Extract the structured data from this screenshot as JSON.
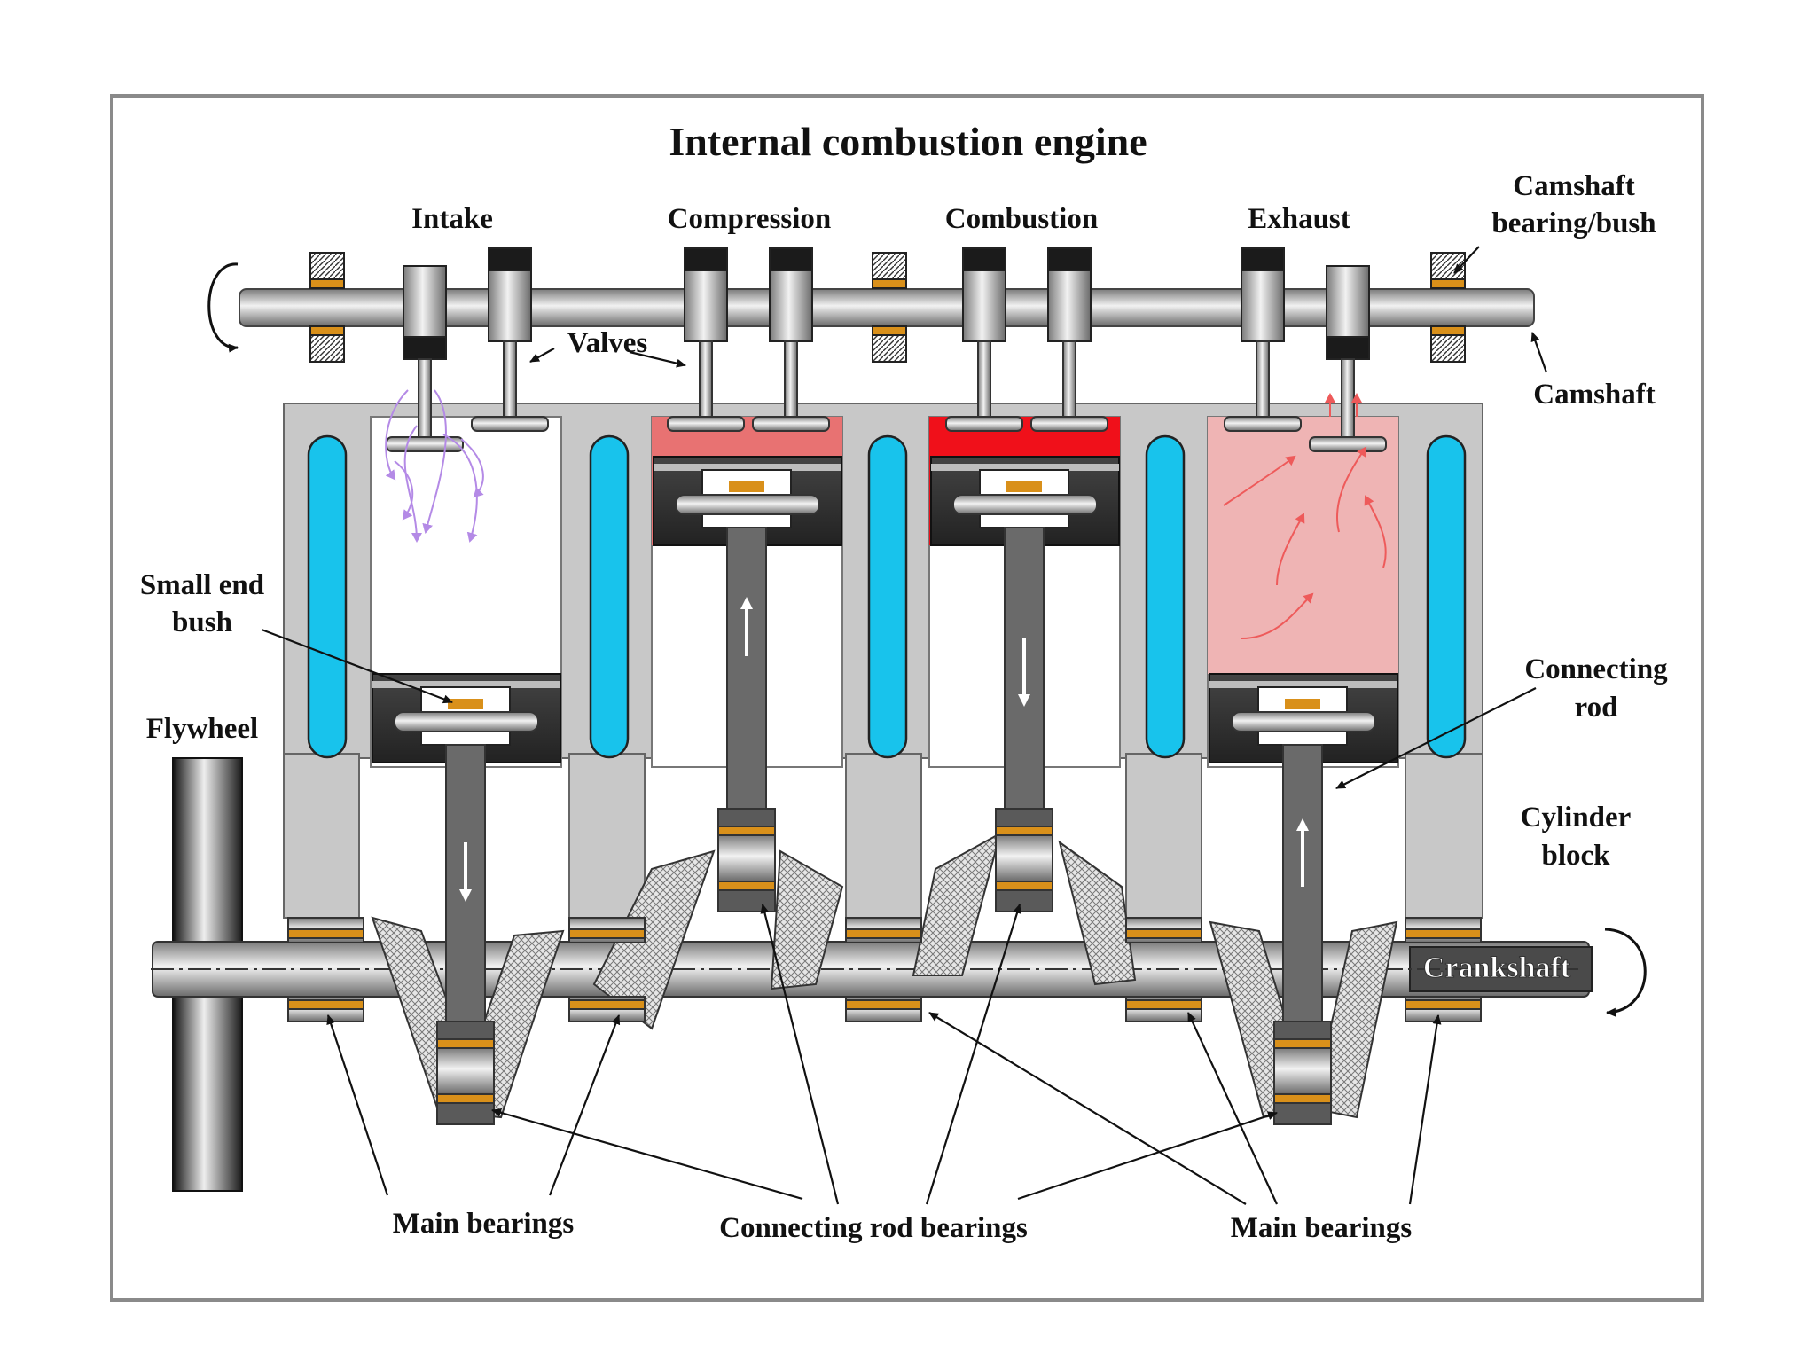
{
  "title": "Internal combustion engine",
  "strokes": {
    "intake": "Intake",
    "compression": "Compression",
    "combustion": "Combustion",
    "exhaust": "Exhaust"
  },
  "labels": {
    "camshaft_bearing_line1": "Camshaft",
    "camshaft_bearing_line2": "bearing/bush",
    "camshaft": "Camshaft",
    "valves": "Valves",
    "small_end_line1": "Small end",
    "small_end_line2": "bush",
    "flywheel": "Flywheel",
    "connecting_rod_line1": "Connecting",
    "connecting_rod_line2": "rod",
    "cylinder_block_line1": "Cylinder",
    "cylinder_block_line2": "block",
    "crankshaft": "Crankshaft",
    "main_bearings_left": "Main bearings",
    "connecting_rod_bearings": "Connecting rod bearings",
    "main_bearings_right": "Main bearings"
  },
  "colors": {
    "block": "#c8c8c8",
    "coolant": "#18c3ec",
    "bearing": "#d9901a",
    "compression_gas": "#e87272",
    "combustion_flame": "#f0101a",
    "exhaust_gas": "#efb4b4",
    "intake_flow": "#b48ae6",
    "frame": "#888888"
  }
}
